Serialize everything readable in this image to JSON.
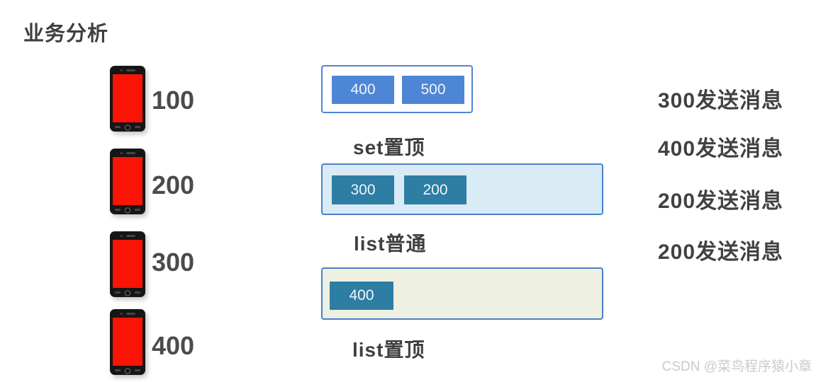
{
  "title": "业务分析",
  "phones": [
    {
      "value": "100"
    },
    {
      "value": "200"
    },
    {
      "value": "300"
    },
    {
      "value": "400"
    }
  ],
  "lists": [
    {
      "label": "set置顶",
      "items": [
        "400",
        "500"
      ]
    },
    {
      "label": "list普通",
      "items": [
        "300",
        "200"
      ]
    },
    {
      "label": "list置顶",
      "items": [
        "400"
      ]
    }
  ],
  "messages": [
    "300发送消息",
    "400发送消息",
    "200发送消息",
    "200发送消息"
  ],
  "watermark": "CSDN @菜鸟程序猿小章",
  "colors": {
    "set_item_blue": "#4e86d6",
    "list_item_teal": "#2e7da3",
    "container_border": "#4a80c9",
    "list_normal_bg": "#d9ebf5",
    "list_top_bg": "#eef0e1",
    "phone_screen_red": "#fa1405",
    "text_dark": "#3f3f3f",
    "watermark_gray": "#cacaca"
  }
}
